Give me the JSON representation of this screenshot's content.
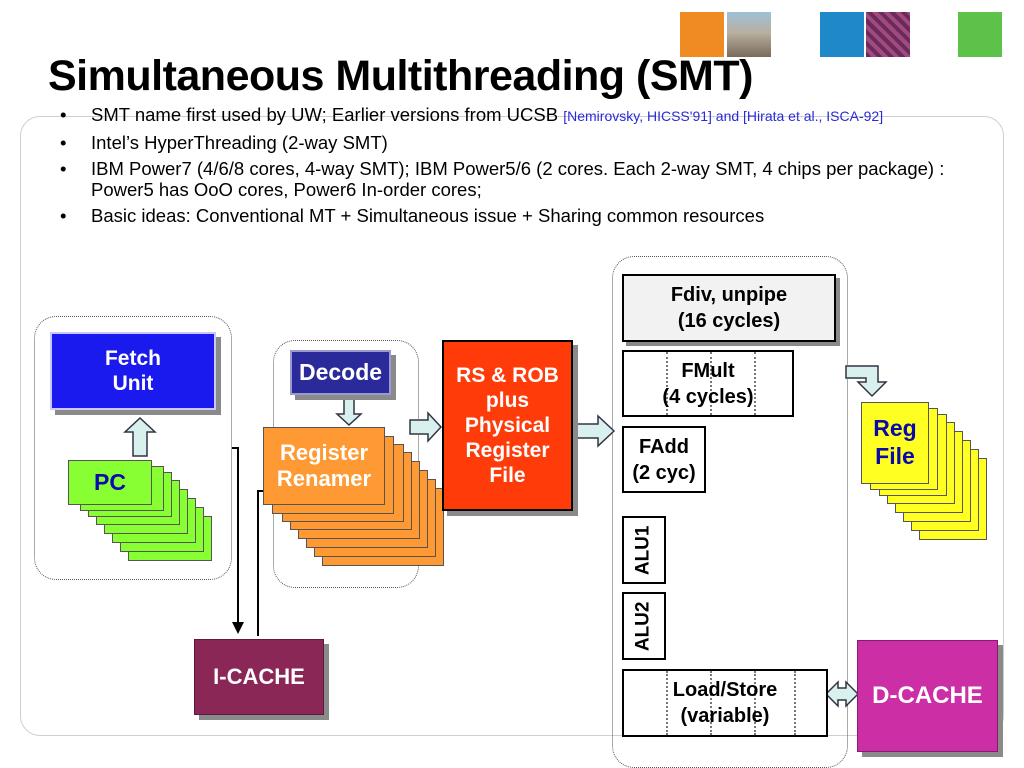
{
  "slide": {
    "title": "Simultaneous Multithreading (SMT)",
    "accent_colors": [
      "#f08a22",
      "#1e88c8",
      "#5cc24a"
    ]
  },
  "bullets": [
    {
      "text": "SMT name first used by UW; Earlier versions from UCSB ",
      "citation": "[Nemirovsky, HICSS'91] and [Hirata et al., ISCA-92]"
    },
    {
      "text": "Intel’s HyperThreading (2-way SMT)",
      "citation": ""
    },
    {
      "text": "IBM Power7 (4/6/8 cores, 4-way SMT); IBM Power5/6 (2 cores. Each 2-way SMT, 4 chips per package) : Power5 has OoO cores, Power6 In-order cores;",
      "citation": ""
    },
    {
      "text": "Basic ideas: Conventional MT + Simultaneous issue + Sharing common resources",
      "citation": ""
    }
  ],
  "diagram": {
    "fetch": {
      "line1": "Fetch",
      "line2": "Unit"
    },
    "pc": "PC",
    "decode": "Decode",
    "renamer": {
      "line1": "Register",
      "line2": "Renamer"
    },
    "icache": "I-CACHE",
    "rs": {
      "line1": "RS & ROB",
      "line2": "plus",
      "line3": "Physical",
      "line4": "Register",
      "line5": "File"
    },
    "fdiv": {
      "line1": "Fdiv, unpipe",
      "line2": "(16 cycles)"
    },
    "fmult": {
      "line1": "FMult",
      "line2": "(4 cycles)"
    },
    "fadd": {
      "line1": "FAdd",
      "line2": "(2 cyc)"
    },
    "alu1": "ALU1",
    "alu2": "ALU2",
    "loadstore": {
      "line1": "Load/Store",
      "line2": "(variable)"
    },
    "regfile": {
      "line1": "Reg",
      "line2": "File"
    },
    "dcache": "D-CACHE"
  }
}
